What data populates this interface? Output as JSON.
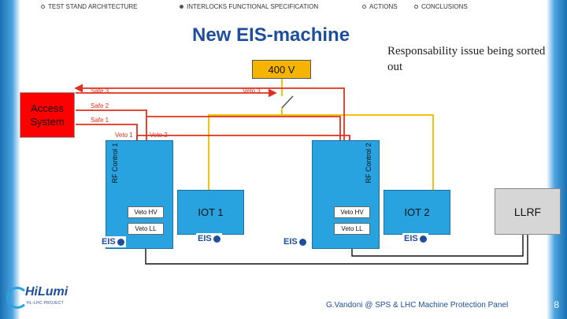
{
  "nav": [
    {
      "label": "TEST STAND ARCHITECTURE",
      "active": false
    },
    {
      "label": "INTERLOCKS FUNCTIONAL SPECIFICATION",
      "active": true
    },
    {
      "label": "ACTIONS",
      "active": false
    },
    {
      "label": "CONCLUSIONS",
      "active": false
    }
  ],
  "title": "New EIS-machine",
  "note": "Responsability issue being sorted out",
  "diagram": {
    "access_system": "Access System",
    "supply": "400 V",
    "rf_control_1": "RF Control 1",
    "rf_control_2": "RF Control 2",
    "iot1": "IOT 1",
    "iot2": "IOT 2",
    "llrf": "LLRF",
    "veto_hv": "Veto HV",
    "veto_ll": "Veto LL",
    "safe3": "Safe 3",
    "safe2": "Safe 2",
    "safe1": "Safe 1",
    "veto1": "Veto 1",
    "veto2": "Veto 2",
    "veto3": "Veto 3",
    "eis_logo": "EIS"
  },
  "footer": "G.Vandoni @ SPS & LHC Machine Protection Panel",
  "page_number": "8",
  "logo": {
    "main": "HiLumi",
    "sub": "HL-LHC PROJECT"
  },
  "colors": {
    "accent": "#1f4e9c",
    "red_wire": "#e0301e",
    "yellow_wire": "#f4c20d",
    "rf_box": "#29a3e0"
  }
}
